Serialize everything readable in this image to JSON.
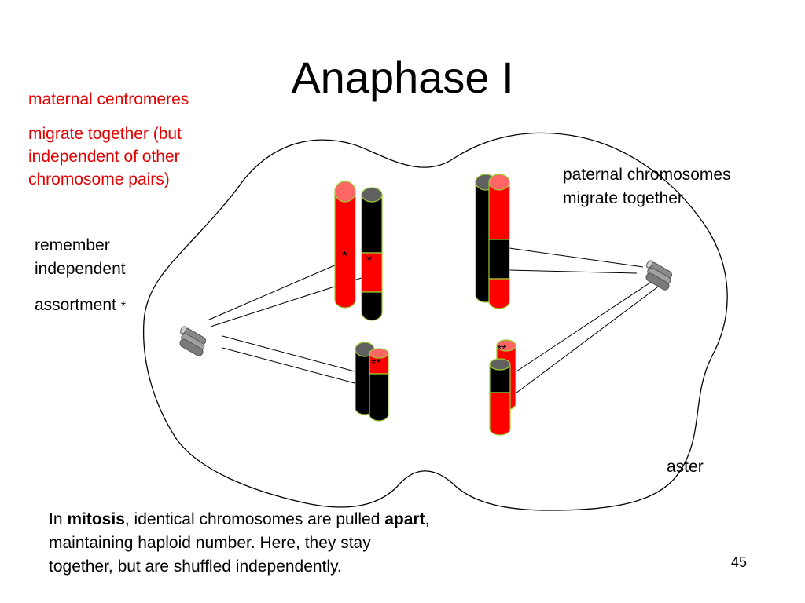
{
  "slide": {
    "title": "Anaphase I",
    "page_number": "45"
  },
  "labels": {
    "maternal_1": "maternal centromeres",
    "maternal_2": "migrate together (but",
    "maternal_3": "independent of other",
    "maternal_4": "chromosome pairs)",
    "remember_1": "remember",
    "remember_2": "independent",
    "remember_3": "assortment",
    "remember_star": "*",
    "paternal_1": "paternal chromosomes",
    "paternal_2": "migrate together",
    "aster": "aster"
  },
  "marks": {
    "single_star": "*",
    "double_star": "**"
  },
  "footer": {
    "line1_a": "In ",
    "line1_b": "mitosis",
    "line1_c": ", identical chromosomes are pulled ",
    "line1_d": "apart",
    "line1_e": ",",
    "line2": "maintaining haploid number.  Here, they stay",
    "line3": "together, but are shuffled independently."
  },
  "colors": {
    "maternal": "#ff0000",
    "paternal": "#000000",
    "chromosome_outline": "#9acd32",
    "cell_outline": "#000000",
    "label_red": "#e50000"
  }
}
